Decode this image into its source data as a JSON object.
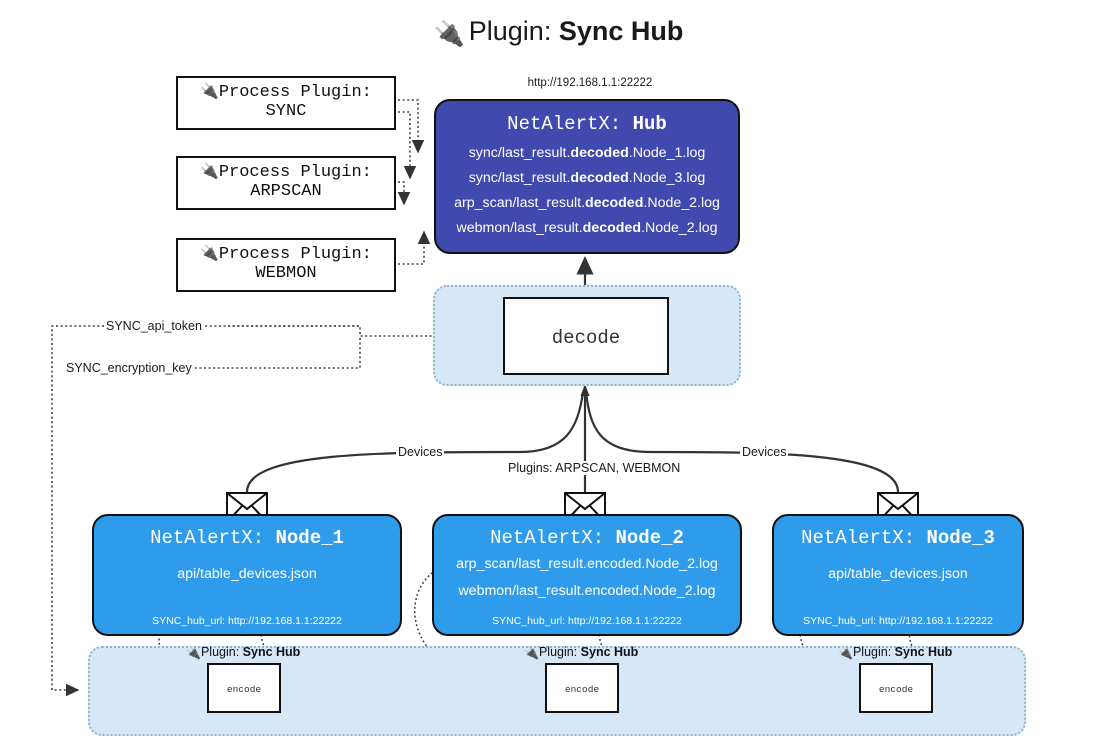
{
  "title": {
    "icon": "plug-icon",
    "prefix": "Plugin: ",
    "name": "Sync Hub"
  },
  "hub": {
    "url": "http://192.168.1.1:22222",
    "label_prefix": "NetAlertX: ",
    "label_name": "Hub",
    "logs": [
      {
        "pre": "sync/last_result.",
        "mid": "decoded",
        "post": ".Node_1.log"
      },
      {
        "pre": "sync/last_result.",
        "mid": "decoded",
        "post": ".Node_3.log"
      },
      {
        "pre": "arp_scan/last_result.",
        "mid": "decoded",
        "post": ".Node_2.log"
      },
      {
        "pre": "webmon/last_result.",
        "mid": "decoded",
        "post": ".Node_2.log"
      }
    ]
  },
  "process_plugins": [
    {
      "icon": "plug-icon",
      "line1": "Process Plugin:",
      "line2": "SYNC"
    },
    {
      "icon": "plug-icon",
      "line1": "Process Plugin:",
      "line2": "ARPSCAN"
    },
    {
      "icon": "plug-icon",
      "line1": "Process Plugin:",
      "line2": "WEBMON"
    }
  ],
  "decode": {
    "label": "decode"
  },
  "secrets": [
    {
      "label": "SYNC_api_token"
    },
    {
      "label": "SYNC_encryption_key"
    }
  ],
  "edge_labels": {
    "devices_left": "Devices",
    "devices_right": "Devices",
    "plugins_center": "Plugins: ARPSCAN, WEBMON"
  },
  "nodes": [
    {
      "label_prefix": "NetAlertX: ",
      "label_name": "Node_1",
      "lines": [
        "api/table_devices.json"
      ],
      "hub_url": "SYNC_hub_url: http://192.168.1.1:22222",
      "envelope_icon": "envelope-icon",
      "plugin_label_prefix": "Plugin: ",
      "plugin_label_name": "Sync Hub",
      "plugin_icon": "plug-icon",
      "encode_label": "encode"
    },
    {
      "label_prefix": "NetAlertX: ",
      "label_name": "Node_2",
      "lines": [
        "arp_scan/last_result.encoded.Node_2.log",
        "webmon/last_result.encoded.Node_2.log"
      ],
      "hub_url": "SYNC_hub_url: http://192.168.1.1:22222",
      "envelope_icon": "envelope-icon",
      "plugin_label_prefix": "Plugin: ",
      "plugin_label_name": "Sync Hub",
      "plugin_icon": "plug-icon",
      "encode_label": "encode"
    },
    {
      "label_prefix": "NetAlertX: ",
      "label_name": "Node_3",
      "lines": [
        "api/table_devices.json"
      ],
      "hub_url": "SYNC_hub_url: http://192.168.1.1:22222",
      "envelope_icon": "envelope-icon",
      "plugin_label_prefix": "Plugin: ",
      "plugin_label_name": "Sync Hub",
      "plugin_icon": "plug-icon",
      "encode_label": "encode"
    }
  ],
  "colors": {
    "hub_fill": "#4049ad",
    "node_fill": "#2f9ceb",
    "container_fill": "#d6e8f8",
    "container_border": "#8fb4d4",
    "stroke": "#111111",
    "background": "#ffffff"
  }
}
